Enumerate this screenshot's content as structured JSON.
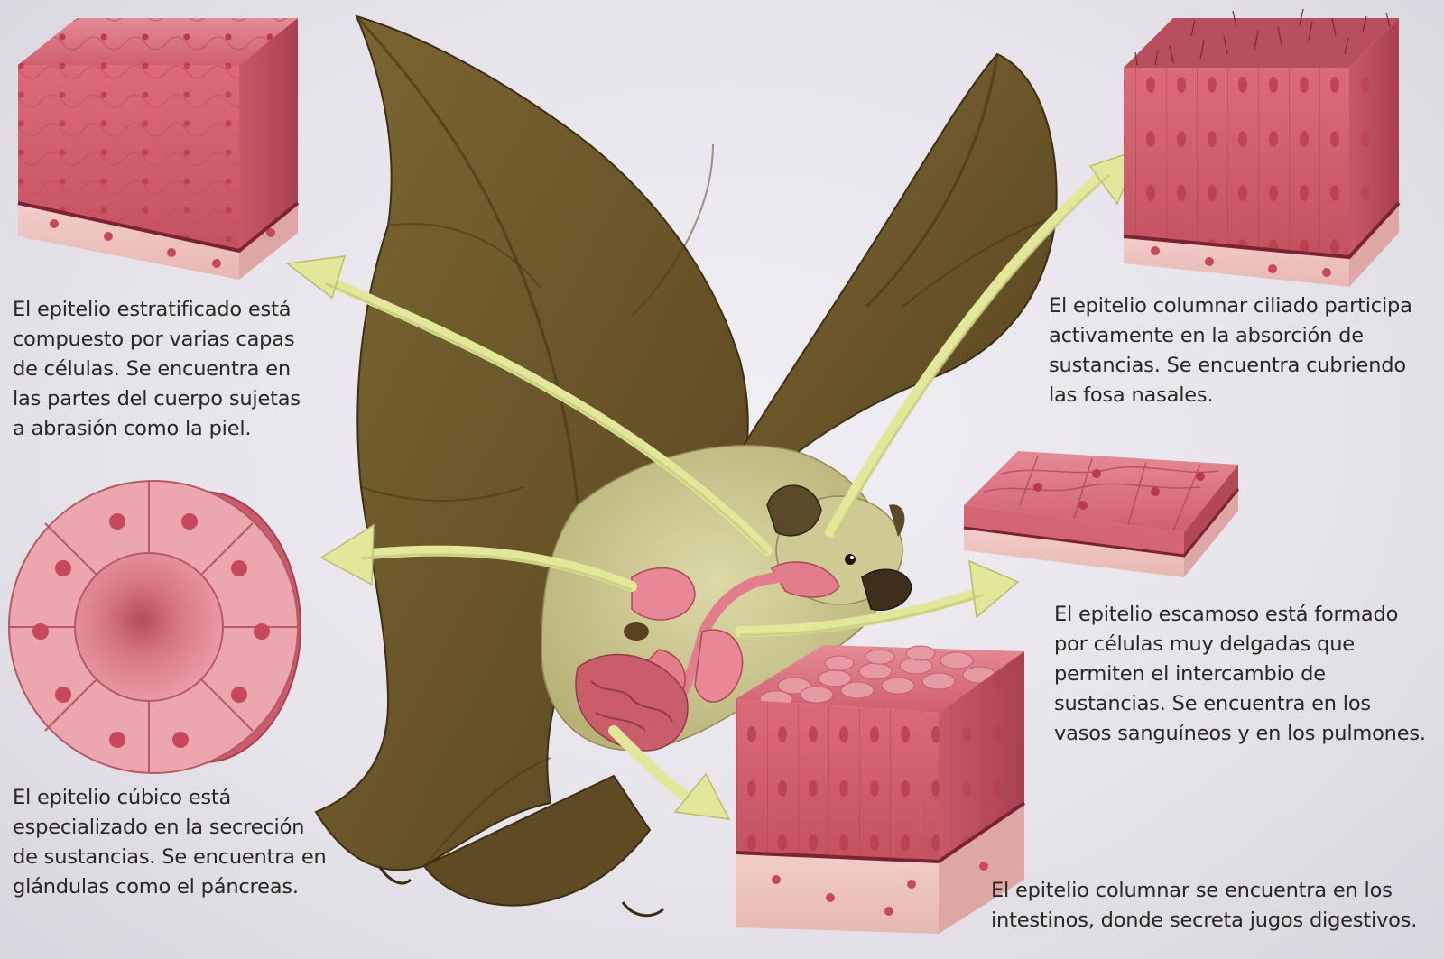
{
  "captions": {
    "estratificado": [
      "El epitelio estratificado está",
      "compuesto por varias capas",
      "de células. Se encuentra en",
      "las partes del cuerpo sujetas",
      "a abrasión como la piel."
    ],
    "ciliado": [
      "El epitelio columnar ciliado participa",
      "activamente en la absorción de",
      "sustancias. Se encuentra cubriendo",
      "las fosa nasales."
    ],
    "escamoso": [
      "El epitelio escamoso está formado",
      "por células muy delgadas que",
      "permiten el intercambio de",
      "sustancias. Se encuentra en los",
      "vasos sanguíneos y en los pulmones."
    ],
    "cubico": [
      "El epitelio cúbico está",
      "especializado en la secreción",
      "de sustancias. Se encuentra en",
      "glándulas como el páncreas."
    ],
    "columnar": [
      "El epitelio columnar se encuentra en los",
      "intestinos, donde secreta jugos digestivos."
    ]
  },
  "colors": {
    "tissue": "#d9707e",
    "tissue_dark": "#a8404f",
    "tissue_light": "#f3b4bc",
    "nucleus": "#c23a52",
    "wing": "#6e5a2c",
    "fur": "#c8c48a",
    "arrow": "#e3e79a",
    "organ": "#e27d8c"
  }
}
